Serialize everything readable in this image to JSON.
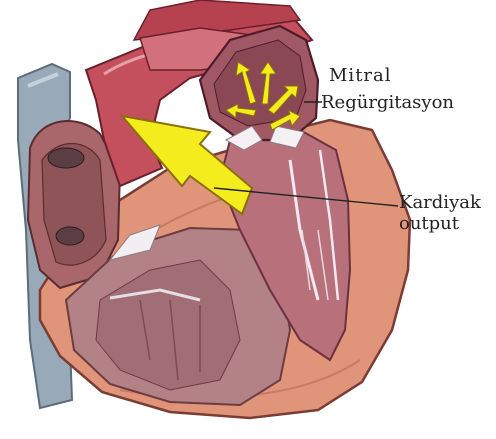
{
  "labels": {
    "mitral_line1": "Mitral",
    "mitral_line2": "Regürgitasyon",
    "cardiac_line1": "Kardiyak",
    "cardiac_line2": "output"
  },
  "colors": {
    "vena_cava": "#98aab8",
    "aorta": "#c4505e",
    "muscle": "#e0957a",
    "chamber": "#b86a76",
    "valve": "#f4f0f4",
    "arrow": "#f4ec1c"
  }
}
